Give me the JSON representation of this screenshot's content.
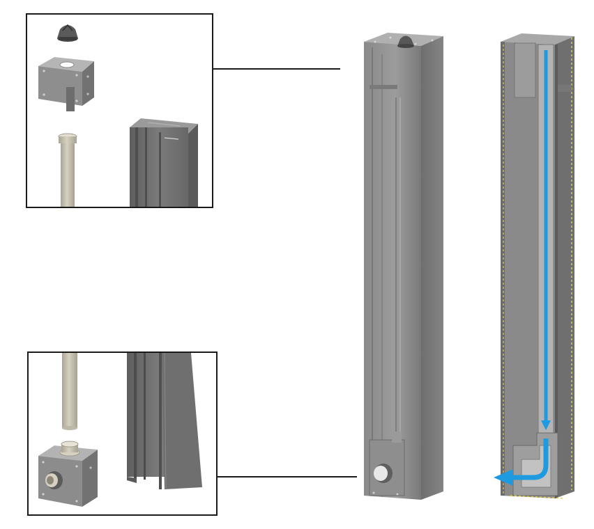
{
  "figure": {
    "panels": [
      {
        "id": "top-detail",
        "parts": [
          "cap-nut-icon",
          "top-bracket-icon",
          "drain-pipe-icon",
          "aluminum-profile-icon"
        ]
      },
      {
        "id": "bottom-detail",
        "parts": [
          "drain-pipe-icon",
          "base-box-with-outlet-icon",
          "aluminum-profile-icon"
        ]
      }
    ],
    "views": [
      "assembled-post",
      "section-view-with-water-flow"
    ],
    "colors": {
      "frame": "#1a1a1a",
      "metal_light": "#9a9a9a",
      "metal_mid": "#7d7d7d",
      "metal_dark": "#5c5c5c",
      "pipe": "#c9c4b4",
      "water_flow": "#1e9be0",
      "seal": "#d8c85a"
    }
  }
}
